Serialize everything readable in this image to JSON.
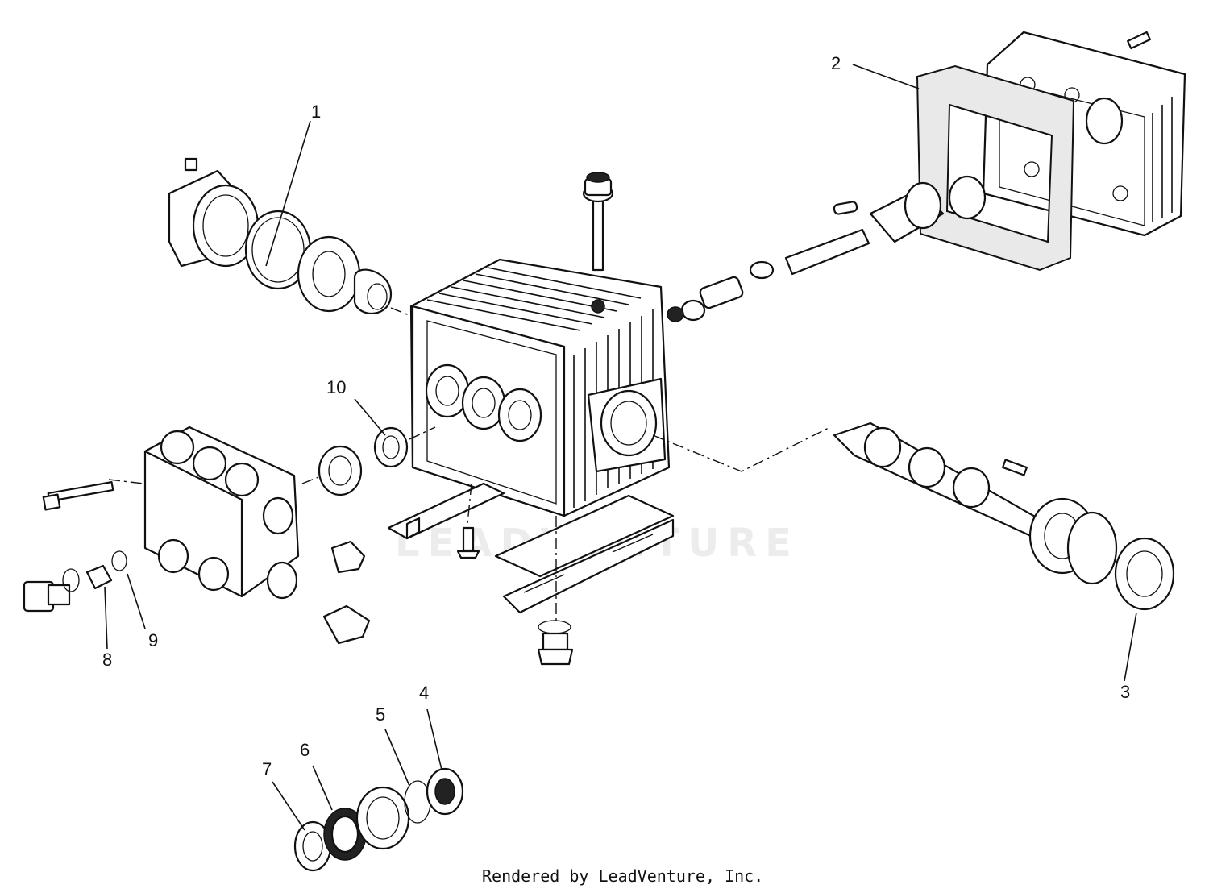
{
  "callouts": [
    {
      "id": "1",
      "label": "1"
    },
    {
      "id": "2",
      "label": "2"
    },
    {
      "id": "3",
      "label": "3"
    },
    {
      "id": "4",
      "label": "4"
    },
    {
      "id": "5",
      "label": "5"
    },
    {
      "id": "6",
      "label": "6"
    },
    {
      "id": "7",
      "label": "7"
    },
    {
      "id": "8",
      "label": "8"
    },
    {
      "id": "9",
      "label": "9"
    },
    {
      "id": "10",
      "label": "10"
    }
  ],
  "watermark": "LEADVENTURE",
  "credit": "Rendered by LeadVenture, Inc."
}
